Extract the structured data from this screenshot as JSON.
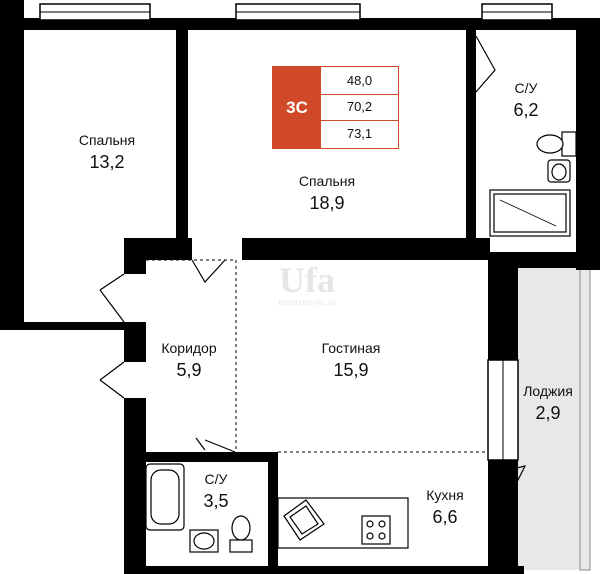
{
  "apartment": {
    "code": "3С",
    "areas": [
      "48,0",
      "70,2",
      "73,1"
    ]
  },
  "rooms": {
    "bedroom_left": {
      "name": "Спальня",
      "area": "13,2"
    },
    "bedroom_center": {
      "name": "Спальня",
      "area": "18,9"
    },
    "bathroom_top": {
      "name": "С/У",
      "area": "6,2"
    },
    "corridor": {
      "name": "Коридор",
      "area": "5,9"
    },
    "living": {
      "name": "Гостиная",
      "area": "15,9"
    },
    "loggia": {
      "name": "Лоджия",
      "area": "2,9"
    },
    "bathroom_bottom": {
      "name": "С/У",
      "area": "3,5"
    },
    "kitchen": {
      "name": "Кухня",
      "area": "6,6"
    }
  },
  "watermark": {
    "logo": "Ufa",
    "site": "novostroyki.ru"
  },
  "colors": {
    "wall": "#000000",
    "accent": "#d04a2a",
    "loggia": "#e8e8e8"
  }
}
